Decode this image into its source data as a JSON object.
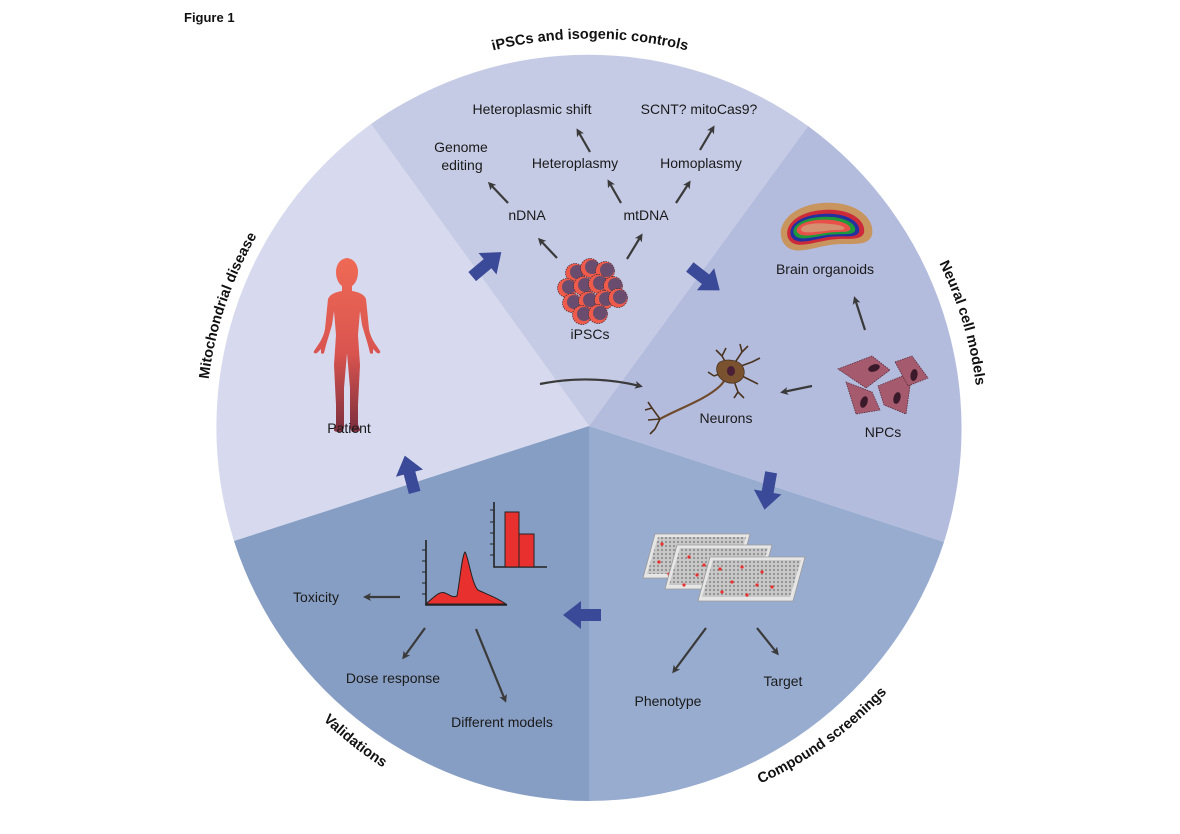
{
  "figure_title": "Figure 1",
  "sections": {
    "mitochondrial_disease": {
      "title": "Mitochondrial disease",
      "color": "#d7daee"
    },
    "ipscs": {
      "title": "iPSCs and isogenic controls",
      "color": "#c6cbe5"
    },
    "neural": {
      "title": "Neural cell models",
      "color": "#b4bcde"
    },
    "compound": {
      "title": "Compound screenings",
      "color": "#98acd0"
    },
    "validations": {
      "title": "Validations",
      "color": "#879ec4"
    }
  },
  "labels": {
    "patient": "Patient",
    "ipscs": "iPSCs",
    "ndna": "nDNA",
    "mtdna": "mtDNA",
    "genome_editing_1": "Genome",
    "genome_editing_2": "editing",
    "heteroplasmy": "Heteroplasmy",
    "homoplasmy": "Homoplasmy",
    "heteroplasmic_shift": "Heteroplasmic shift",
    "scnt": "SCNT? mitoCas9?",
    "brain_organoids": "Brain organoids",
    "neurons": "Neurons",
    "npcs": "NPCs",
    "phenotype": "Phenotype",
    "target": "Target",
    "toxicity": "Toxicity",
    "dose_response": "Dose response",
    "different_models": "Different models"
  },
  "colors": {
    "flow_arrow": "#3b4a98",
    "small_arrow": "#3a3a3a",
    "patient_top": "#ef6a55",
    "patient_bottom": "#7c2f3e",
    "ipsc_cell_rim": "#ee5b4b",
    "ipsc_cell_core": "#6a4d6e",
    "npc_fill": "#a65a6d",
    "neuron_fill": "#6f4a2c",
    "chart_red": "#e8312e"
  }
}
